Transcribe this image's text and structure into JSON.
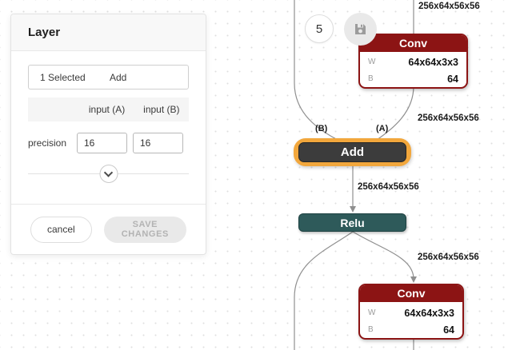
{
  "panel": {
    "title": "Layer",
    "selection": {
      "selected_label": "1 Selected",
      "type_label": "Add"
    },
    "table": {
      "col_a": "input (A)",
      "col_b": "input (B)",
      "row_label": "precision",
      "value_a": "16",
      "value_b": "16"
    },
    "buttons": {
      "cancel": "cancel",
      "save": "SAVE CHANGES"
    }
  },
  "graph": {
    "badge_count": "5",
    "save_icon": "floppy-disk",
    "nodes": {
      "conv1": {
        "title": "Conv",
        "rows": [
          {
            "label": "W",
            "value": "64x64x3x3"
          },
          {
            "label": "B",
            "value": "64"
          }
        ]
      },
      "add": {
        "title": "Add",
        "selected": true
      },
      "relu": {
        "title": "Relu"
      },
      "conv2": {
        "title": "Conv",
        "rows": [
          {
            "label": "W",
            "value": "64x64x3x3"
          },
          {
            "label": "B",
            "value": "64"
          }
        ]
      }
    },
    "edge_labels": {
      "top_shape": "256x64x56x56",
      "right_shape": "256x64x56x56",
      "mid_shape": "256x64x56x56",
      "bottom_shape": "256x64x56x56",
      "port_a": "(A)",
      "port_b": "(B)"
    },
    "colors": {
      "conv_header": "#8C1414",
      "relu_fill": "#2E5A5A",
      "add_fill": "#3C3C3C",
      "selection_ring": "#F2A73C",
      "edge": "#8F8F8F"
    }
  }
}
